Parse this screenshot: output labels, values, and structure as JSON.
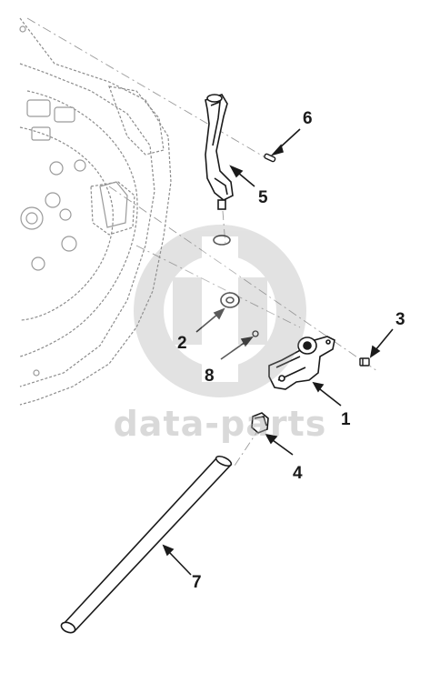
{
  "diagram": {
    "callouts": [
      {
        "id": "1",
        "label": "1"
      },
      {
        "id": "2",
        "label": "2"
      },
      {
        "id": "3",
        "label": "3"
      },
      {
        "id": "4",
        "label": "4"
      },
      {
        "id": "5",
        "label": "5"
      },
      {
        "id": "6",
        "label": "6"
      },
      {
        "id": "7",
        "label": "7"
      },
      {
        "id": "8",
        "label": "8"
      }
    ],
    "parts": [
      {
        "id": "part-1",
        "name": "lever-bracket"
      },
      {
        "id": "part-2",
        "name": "washer"
      },
      {
        "id": "part-3",
        "name": "screw"
      },
      {
        "id": "part-4",
        "name": "nut"
      },
      {
        "id": "part-5",
        "name": "shift-arm"
      },
      {
        "id": "part-6",
        "name": "pin"
      },
      {
        "id": "part-7",
        "name": "rod"
      },
      {
        "id": "part-8",
        "name": "small-pin"
      }
    ]
  },
  "watermark": {
    "text": "data-parts",
    "color": "#b0b0b0"
  },
  "colors": {
    "line": "#1a1a1a",
    "housing": "#9a9a9a",
    "background": "#ffffff"
  }
}
